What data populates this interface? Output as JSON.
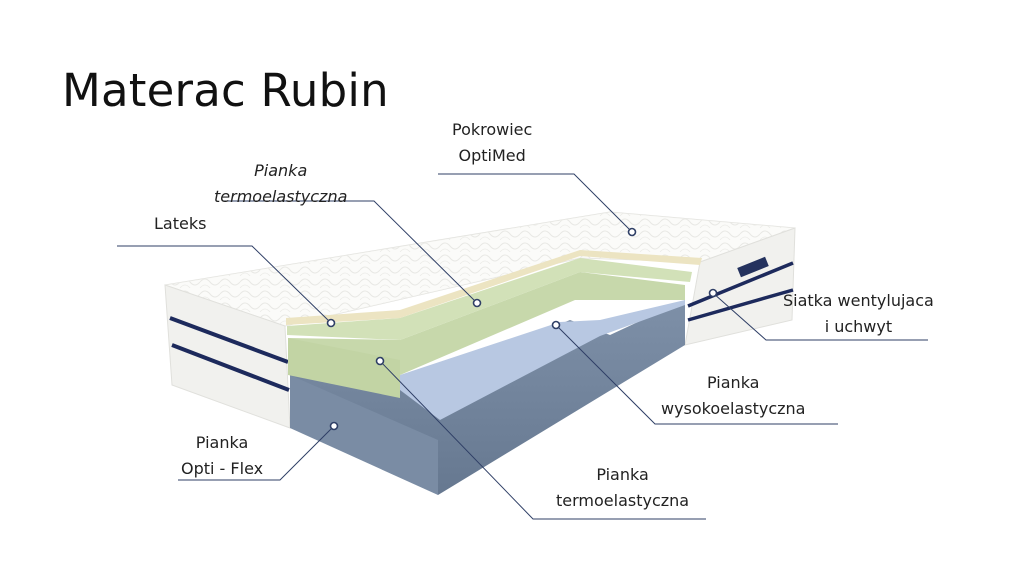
{
  "title": "Materac Rubin",
  "labels": {
    "cover": [
      "Pokrowiec",
      "OptiMed"
    ],
    "thermo_top": [
      "Pianka",
      "termoelastyczna"
    ],
    "latex": [
      "Lateks"
    ],
    "mesh": [
      "Siatka wentylujaca",
      "i uchwyt"
    ],
    "high_elastic": [
      "Pianka",
      "wysokoelastyczna"
    ],
    "opti_flex": [
      "Pianka",
      "Opti - Flex"
    ],
    "thermo_bottom": [
      "Pianka",
      "termoelastyczna"
    ]
  },
  "colors": {
    "leader_line": "#2f3f66",
    "base_foam": "#8a9ab0",
    "high_elastic_foam": "#b8c8e2",
    "thermo_foam": "#c8d8ac",
    "latex": "#ece4c2",
    "cover": "#f5f5f2",
    "stripe": "#1d2a5c"
  }
}
